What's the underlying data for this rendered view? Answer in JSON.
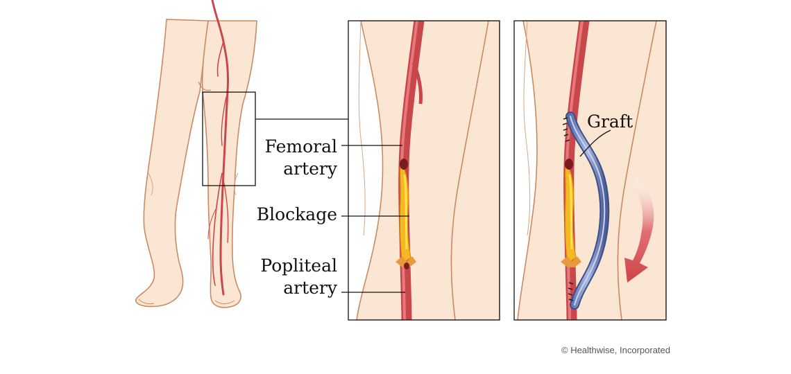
{
  "labels": {
    "femoral_line1": "Femoral",
    "femoral_line2": "artery",
    "blockage": "Blockage",
    "popliteal_line1": "Popliteal",
    "popliteal_line2": "artery",
    "graft": "Graft"
  },
  "credit": "© Healthwise, Incorporated",
  "colors": {
    "skin": "#fbe6d3",
    "skin_outline": "#c98a63",
    "artery": "#c9474b",
    "artery_highlight": "#e6797b",
    "plaque": "#f5b825",
    "plaque_core": "#ffe24a",
    "graft": "#7f93c6",
    "graft_dark": "#3d4f86",
    "arrow": "#d9595c",
    "frame": "#111111"
  }
}
